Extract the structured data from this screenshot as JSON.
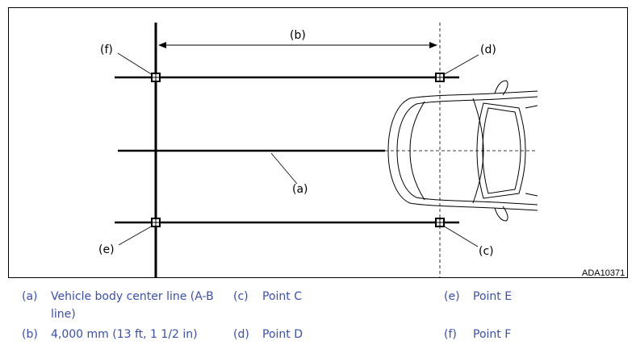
{
  "diagram": {
    "labels": {
      "a": "(a)",
      "b": "(b)",
      "c": "(c)",
      "d": "(d)",
      "e": "(e)",
      "f": "(f)"
    },
    "figure_id": "ADA10371"
  },
  "legend": [
    {
      "key": "(a)",
      "text_line1": "Vehicle body center line (A-B",
      "text_line2": "line)"
    },
    {
      "key": "(b)",
      "text_line1": "4,000 mm (13 ft, 1 1/2 in)"
    },
    {
      "key": "(c)",
      "text_line1": "Point C"
    },
    {
      "key": "(d)",
      "text_line1": "Point D"
    },
    {
      "key": "(e)",
      "text_line1": "Point E"
    },
    {
      "key": "(f)",
      "text_line1": "Point F"
    }
  ],
  "colors": {
    "legend_text": "#3b4fb0",
    "line": "#000000"
  }
}
